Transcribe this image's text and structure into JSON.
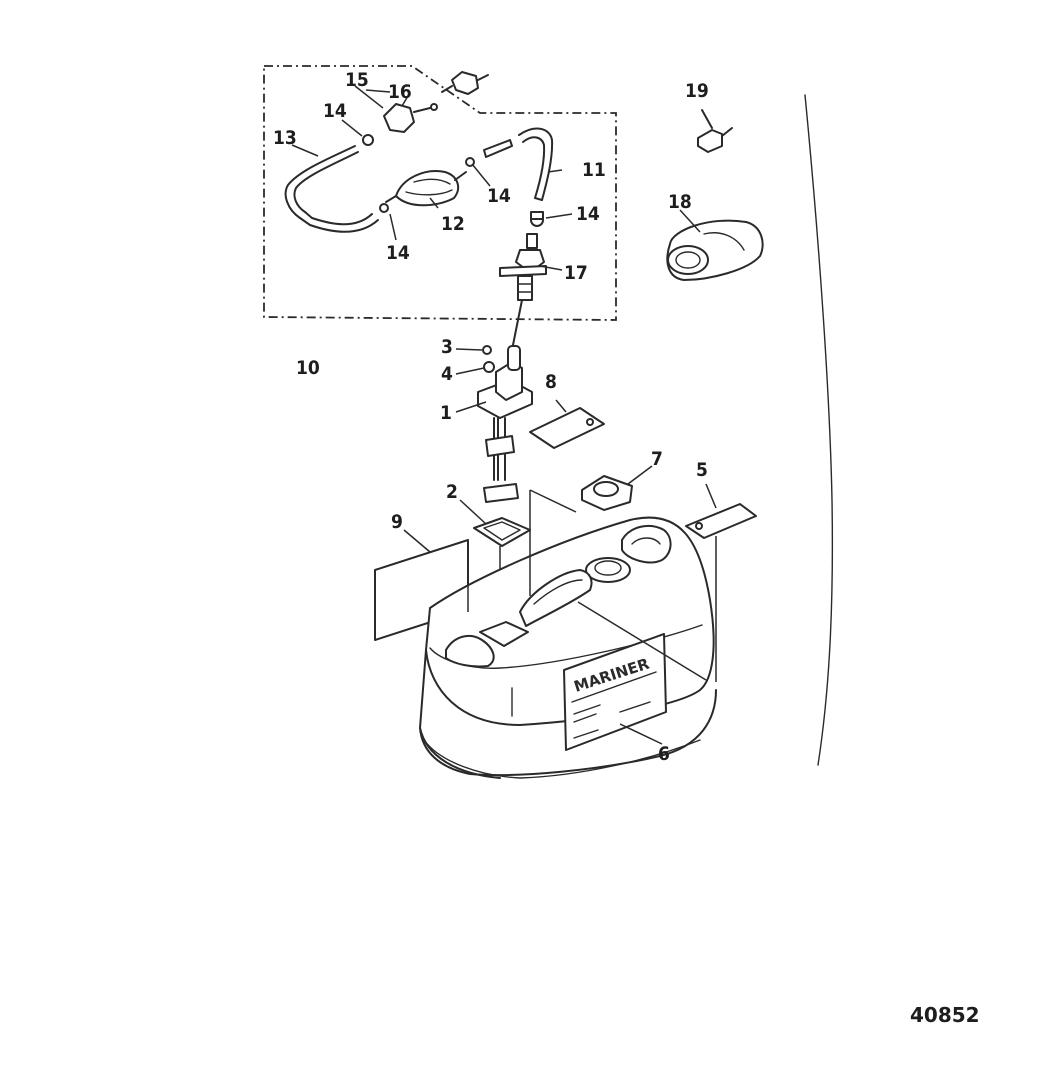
{
  "callouts": {
    "c1": "1",
    "c2": "2",
    "c3": "3",
    "c4": "4",
    "c5": "5",
    "c6": "6",
    "c7": "7",
    "c8": "8",
    "c9": "9",
    "c10": "10",
    "c11": "11",
    "c12": "12",
    "c13": "13",
    "c14a": "14",
    "c14b": "14",
    "c14c": "14",
    "c14d": "14",
    "c15": "15",
    "c16": "16",
    "c17": "17",
    "c18": "18",
    "c19": "19"
  },
  "tank_label": {
    "brand": "MARINER"
  },
  "document_number": "40852",
  "colors": {
    "ink": "#2a2a2a",
    "background": "#ffffff"
  }
}
